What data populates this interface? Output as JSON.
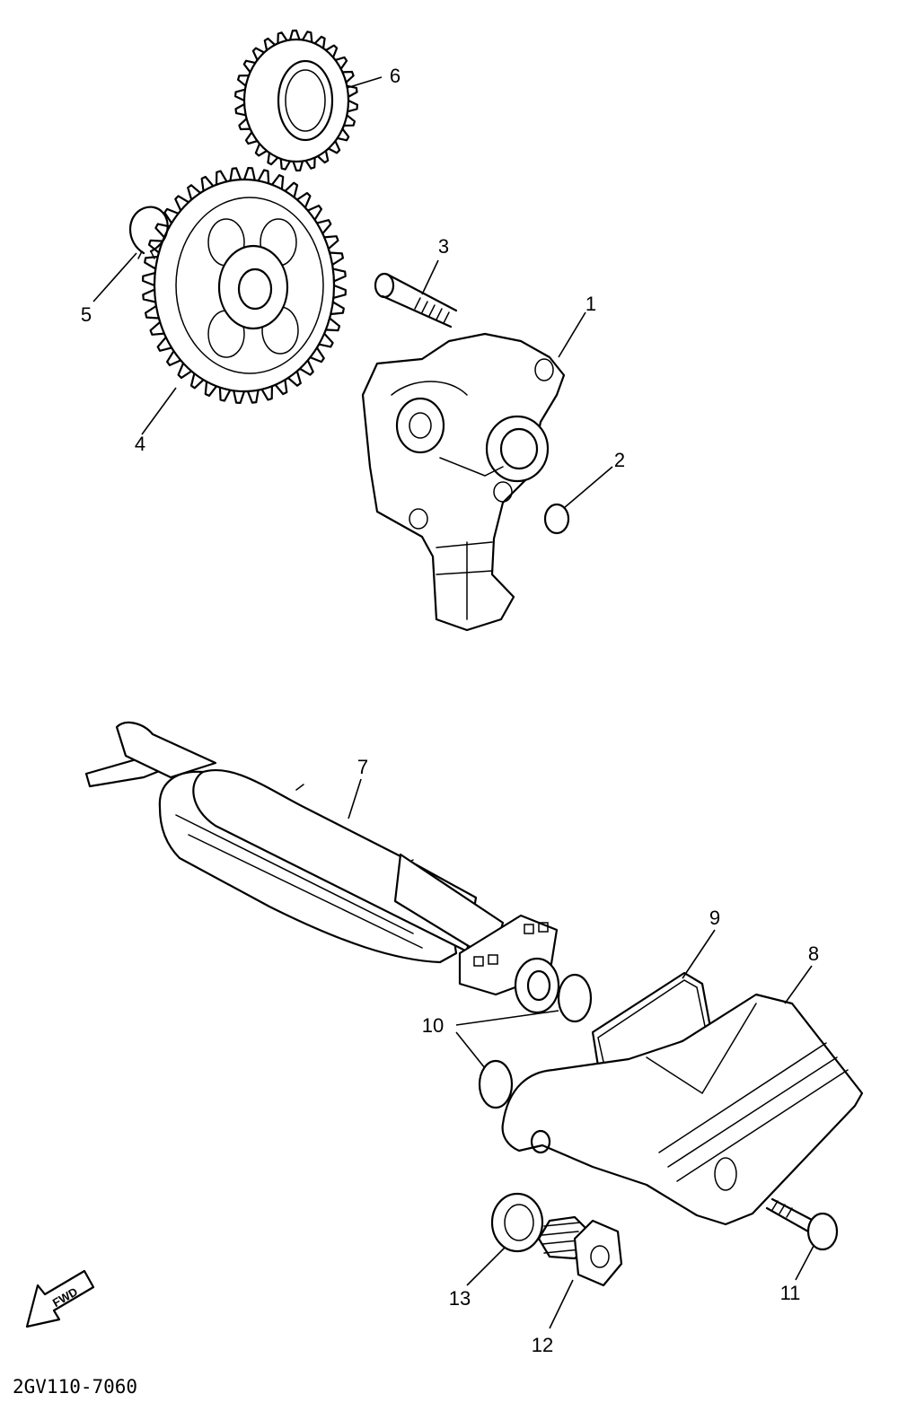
{
  "diagram": {
    "drawing_number": "2GV110-7060",
    "direction_label": "FWD",
    "callouts": [
      "1",
      "2",
      "3",
      "4",
      "5",
      "6",
      "7",
      "8",
      "9",
      "10",
      "11",
      "12",
      "13"
    ]
  }
}
